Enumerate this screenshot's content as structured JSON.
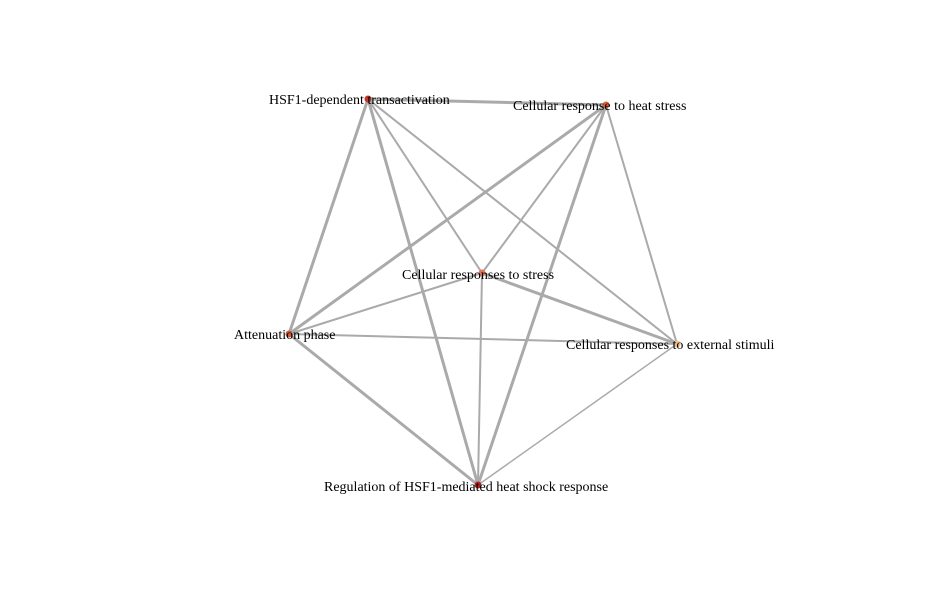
{
  "diagram": {
    "nodes": [
      {
        "id": "hsf1",
        "label": "HSF1-dependent transactivation",
        "color": "#c0392b"
      },
      {
        "id": "heat",
        "label": "Cellular response to heat stress",
        "color": "#d9603b"
      },
      {
        "id": "stress",
        "label": "Cellular responses to stress",
        "color": "#e0775a"
      },
      {
        "id": "atten",
        "label": "Attenuation phase",
        "color": "#d05a3a"
      },
      {
        "id": "ext",
        "label": "Cellular responses to external stimuli",
        "color": "#f0c08a"
      },
      {
        "id": "reg",
        "label": "Regulation of HSF1-mediated heat shock response",
        "color": "#b22222"
      }
    ],
    "edges": [
      {
        "source": "hsf1",
        "target": "heat",
        "weight": 3
      },
      {
        "source": "hsf1",
        "target": "stress",
        "weight": 2
      },
      {
        "source": "hsf1",
        "target": "atten",
        "weight": 3
      },
      {
        "source": "hsf1",
        "target": "ext",
        "weight": 2
      },
      {
        "source": "hsf1",
        "target": "reg",
        "weight": 3
      },
      {
        "source": "heat",
        "target": "stress",
        "weight": 2
      },
      {
        "source": "heat",
        "target": "atten",
        "weight": 3
      },
      {
        "source": "heat",
        "target": "ext",
        "weight": 2
      },
      {
        "source": "heat",
        "target": "reg",
        "weight": 3
      },
      {
        "source": "stress",
        "target": "atten",
        "weight": 2
      },
      {
        "source": "stress",
        "target": "ext",
        "weight": 3
      },
      {
        "source": "stress",
        "target": "reg",
        "weight": 2
      },
      {
        "source": "atten",
        "target": "ext",
        "weight": 2
      },
      {
        "source": "atten",
        "target": "reg",
        "weight": 3
      },
      {
        "source": "ext",
        "target": "reg",
        "weight": 1.5
      }
    ]
  }
}
